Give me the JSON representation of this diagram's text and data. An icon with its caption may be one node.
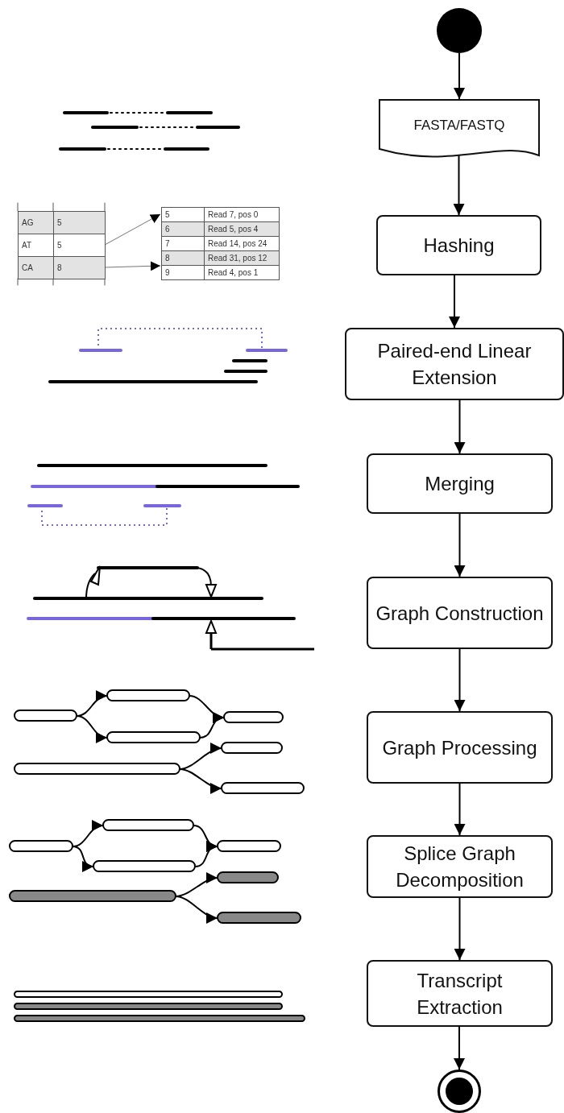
{
  "diagram": {
    "nodes": [
      {
        "text": [],
        "shape": "circle"
      },
      {
        "text": [
          "FASTA/FASTQ"
        ]
      },
      {
        "text": [
          "Hashing"
        ]
      },
      {
        "text": [
          "Paired-end Linear Extension"
        ]
      },
      {
        "text": [
          "Merging"
        ]
      },
      {
        "text": [
          "Graph Construction"
        ]
      },
      {
        "text": [
          "Graph Processing"
        ]
      },
      {
        "text": [
          "Splice Graph Decomposition"
        ]
      },
      {
        "text": [
          "Transcript Extraction"
        ]
      },
      {
        "text": [],
        "shape": "circle"
      }
    ],
    "edges": [
      {
        "from": 0,
        "to": 1,
        "arrow": "to"
      },
      {
        "from": 1,
        "to": 2,
        "arrow": "to"
      },
      {
        "from": 2,
        "to": 3,
        "arrow": "to"
      },
      {
        "from": 3,
        "to": 4,
        "arrow": "to"
      },
      {
        "from": 4,
        "to": 5,
        "arrow": "to"
      },
      {
        "from": 5,
        "to": 6,
        "arrow": "to"
      },
      {
        "from": 6,
        "to": 7,
        "arrow": "to"
      },
      {
        "from": 7,
        "to": 8,
        "arrow": "to"
      },
      {
        "from": 8,
        "to": 9,
        "arrow": "to"
      }
    ],
    "labels": [
      "AG",
      "5",
      "AT",
      "5",
      "CA",
      "8",
      "5",
      "Read 7, pos 0",
      "6",
      "Read 5, pos 4",
      "7",
      "Read 14, pos 24",
      "8",
      "Read 31, pos 12",
      "9",
      "Read 4, pos 1"
    ]
  }
}
